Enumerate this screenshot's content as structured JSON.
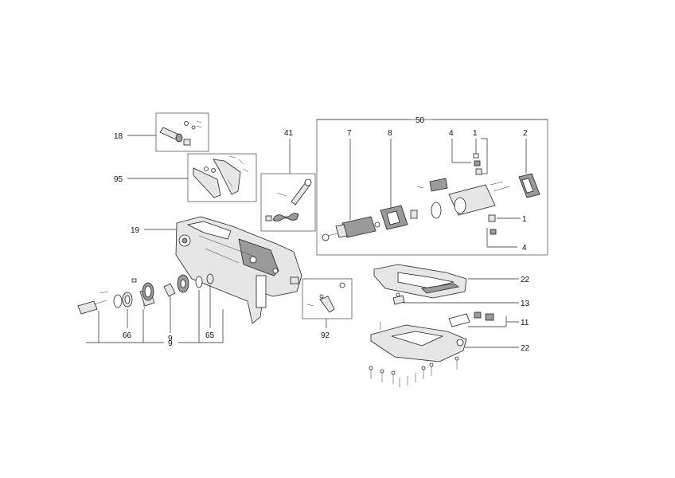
{
  "diagram": {
    "callouts": {
      "c18": "18",
      "c95": "95",
      "c41": "41",
      "c19": "19",
      "c50": "50",
      "c7": "7",
      "c8": "8",
      "c4a": "4",
      "c1a": "1",
      "c2": "2",
      "c1b": "1",
      "c4b": "4",
      "c22a": "22",
      "c13": "13",
      "c11": "11",
      "c22b": "22",
      "c92": "92",
      "c66": "66",
      "c9a": "9",
      "c65": "65",
      "c9b": "9"
    },
    "colors": {
      "line": "#222222",
      "part_fill": "#e6e6e6",
      "part_dark": "#9a9a9a",
      "background": "#ffffff"
    }
  }
}
